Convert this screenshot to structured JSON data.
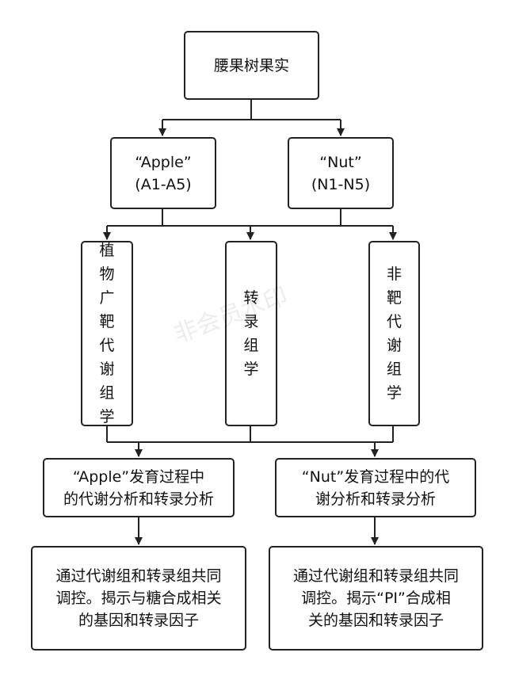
{
  "root": "腰果树果实",
  "apple": {
    "line1": "“Apple”",
    "line2": "(A1-A5)"
  },
  "nut": {
    "line1": "“Nut”",
    "line2": "(N1-N5)"
  },
  "methods": {
    "left": "植物广靶代谢组学",
    "middle": "转录组学",
    "right": "非靶代谢组学"
  },
  "analysis": {
    "apple": "“Apple”发育过程中\n的代谢分析和转录分析",
    "nut": "“Nut”发育过程中的代\n谢分析和转录分析"
  },
  "result": {
    "apple": "通过代谢组和转录组共同\n调控。揭示与糖合成相关\n的基因和转录因子",
    "nut": "通过代谢组和转录组共同\n调控。揭示“PI”合成相\n关的基因和转录因子"
  },
  "watermark": "非会员水印",
  "colors": {
    "line": "#222222",
    "box_border": "#222222"
  }
}
